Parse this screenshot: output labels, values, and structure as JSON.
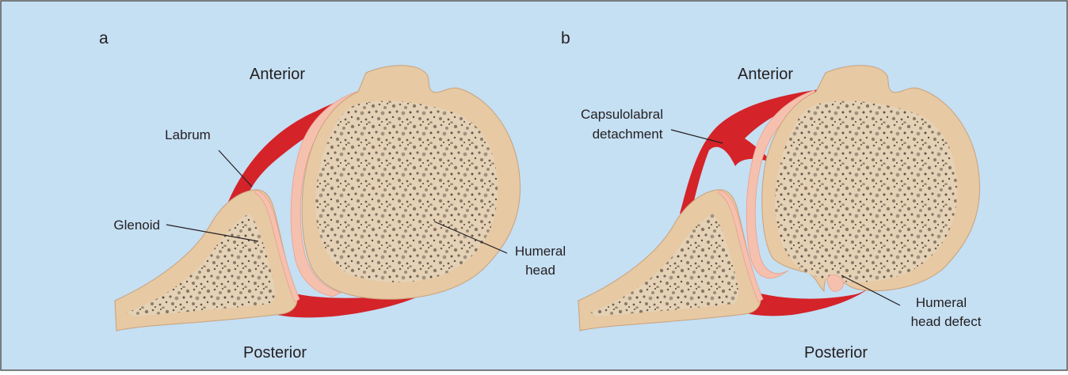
{
  "panels": [
    {
      "letter": "a",
      "anterior": "Anterior",
      "posterior": "Posterior",
      "labels": {
        "labrum": "Labrum",
        "glenoid": "Glenoid",
        "humeral_head_line1": "Humeral",
        "humeral_head_line2": "head"
      }
    },
    {
      "letter": "b",
      "anterior": "Anterior",
      "posterior": "Posterior",
      "labels": {
        "capsulolabral_line1": "Capsulolabral",
        "capsulolabral_line2": "detachment",
        "defect_line1": "Humeral",
        "defect_line2": "head defect"
      }
    }
  ],
  "colors": {
    "background": "#c5dff3",
    "bone": "#e7c9a3",
    "bone_outline": "#c9a27a",
    "cartilage": "#f6c0ae",
    "labrum": "#d42329",
    "text": "#231f20",
    "frame": "#555555"
  }
}
